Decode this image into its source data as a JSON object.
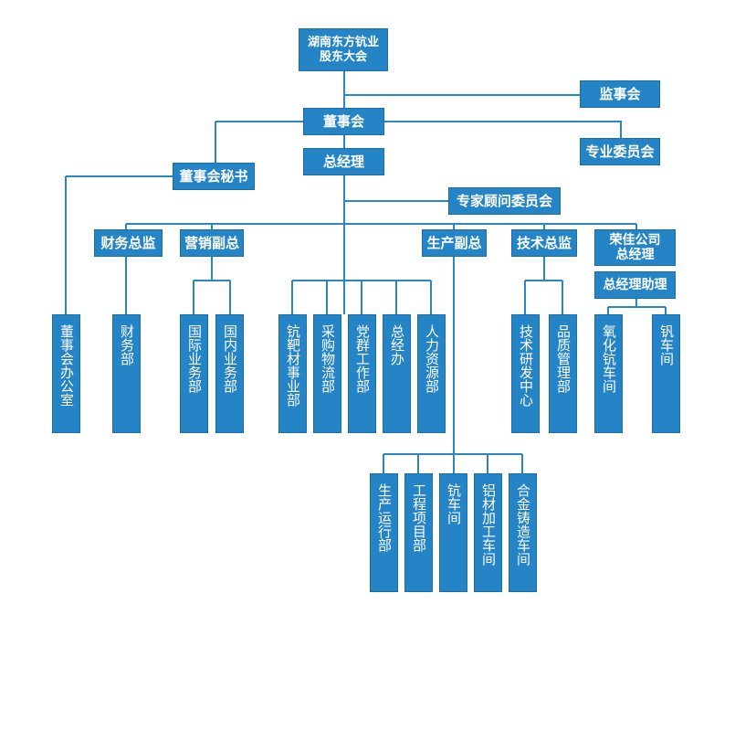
{
  "org_chart": {
    "line_color": "#2b86c5",
    "box_color": "#2484c6",
    "text_color": "#ffffff",
    "nodes": {
      "shareholders_meeting": "湖南东方钪业\n股东大会",
      "supervisory_board": "监事会",
      "board_of_directors": "董事会",
      "special_committee": "专业委员会",
      "general_manager": "总经理",
      "board_secretary": "董事会秘书",
      "expert_advisory_committee": "专家顾问委员会",
      "cfo": "财务总监",
      "marketing_vp": "营销副总",
      "production_vp": "生产副总",
      "technical_director": "技术总监",
      "rongjia_gm": "荣佳公司\n总经理",
      "assistant_gm": "总经理助理",
      "board_office": "董事会办公室",
      "finance_dept": "财务部",
      "international_business": "国际业务部",
      "domestic_business": "国内业务部",
      "scandium_target_division": "钪靶材事业部",
      "procurement_logistics": "采购物流部",
      "party_admin_work": "党群工作部",
      "gm_office": "总经办",
      "human_resources": "人力资源部",
      "rd_center": "技术研发中心",
      "quality_management": "品质管理部",
      "scandium_oxide_workshop": "氧化钪车间",
      "vanadium_workshop": "钒车间",
      "production_operations": "生产运行部",
      "engineering_projects": "工程项目部",
      "scandium_workshop": "钪车间",
      "aluminum_processing_workshop": "铝材加工车间",
      "alloy_casting_workshop": "合金铸造车间"
    }
  }
}
